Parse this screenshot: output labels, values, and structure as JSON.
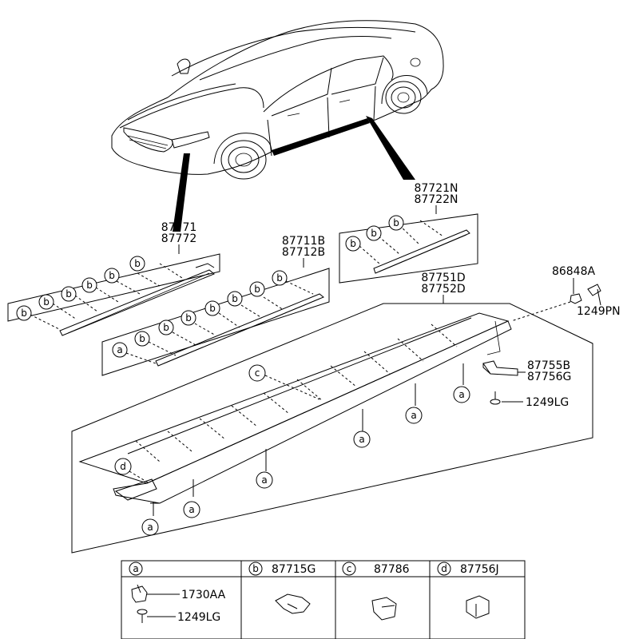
{
  "parts": {
    "fender_moulding": [
      "87771",
      "87772"
    ],
    "door_moulding_front": [
      "87711B",
      "87712B"
    ],
    "door_moulding_rear": [
      "87721N",
      "87722N"
    ],
    "side_sill_moulding": [
      "87751D",
      "87752D"
    ],
    "grommet": "86848A",
    "screw_top": "1249PN",
    "bracket": [
      "87755B",
      "87756G"
    ],
    "screw_bracket": "1249LG"
  },
  "callouts": {
    "a": "a",
    "b": "b",
    "c": "c",
    "d": "d"
  },
  "legend": {
    "a": {
      "letter": "a",
      "parts": [
        "1730AA",
        "1249LG"
      ]
    },
    "b": {
      "letter": "b",
      "part": "87715G"
    },
    "c": {
      "letter": "c",
      "part": "87786"
    },
    "d": {
      "letter": "d",
      "part": "87756J"
    }
  }
}
